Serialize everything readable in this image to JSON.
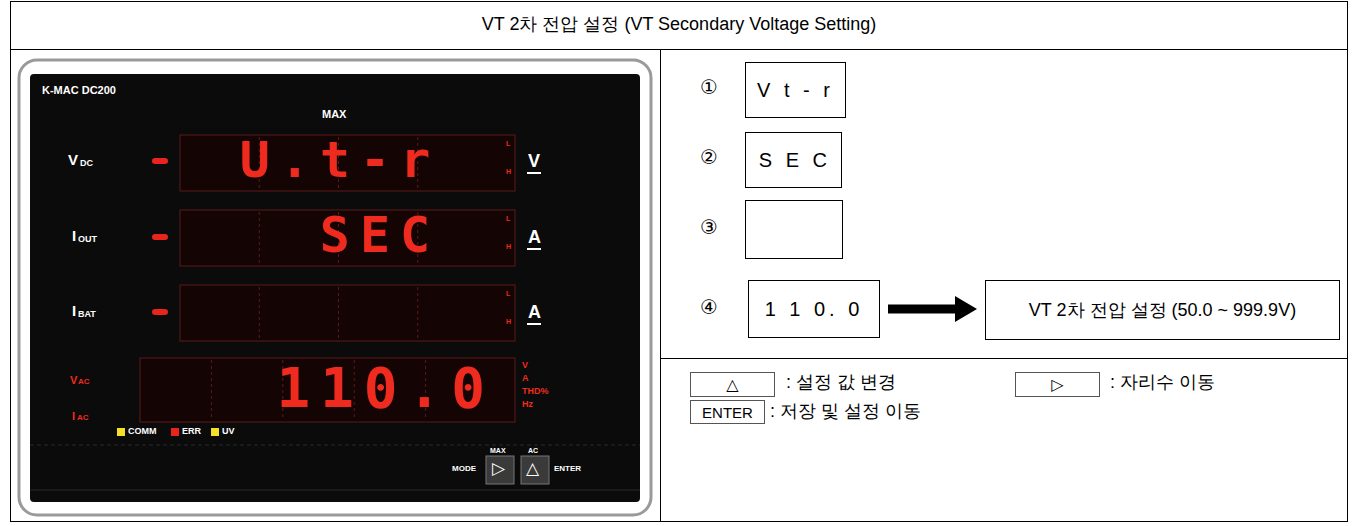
{
  "diagram": {
    "title": "VT 2차 전압 설정 (VT Secondary Voltage Setting)",
    "nodes": [
      {
        "text": [
          "V t - r"
        ]
      },
      {
        "text": [
          "S E C"
        ]
      },
      {
        "text": [
          "1 1 0. 0"
        ]
      },
      {
        "text": [
          "VT 2차 전압 설정 (50.0 ~ 999.9V)"
        ]
      },
      {
        "text": [
          "△"
        ]
      },
      {
        "text": [
          "▷"
        ]
      },
      {
        "text": [
          "ENTER"
        ]
      }
    ],
    "edges": [
      {
        "from": 2,
        "to": 3,
        "arrow": "to"
      }
    ],
    "labels": [
      "①",
      "②",
      "③",
      "④",
      ": 설정 값 변경",
      ": 자리수 이동",
      ": 저장 및 설정 이동",
      "K-MAC DC200",
      "MAX",
      "V",
      "DC",
      "I",
      "OUT",
      "I",
      "BAT",
      "V",
      "AC",
      "I",
      "AC",
      "U.t-r",
      "SEC",
      "110.0",
      "V",
      "A",
      "A",
      "V",
      "A",
      "THD%",
      "Hz",
      "COMM",
      "ERR",
      "UV",
      "MODE",
      "MAX",
      "▷",
      "AC",
      "△",
      "ENTER",
      "L",
      "H",
      "L",
      "H",
      "L",
      "H"
    ]
  }
}
